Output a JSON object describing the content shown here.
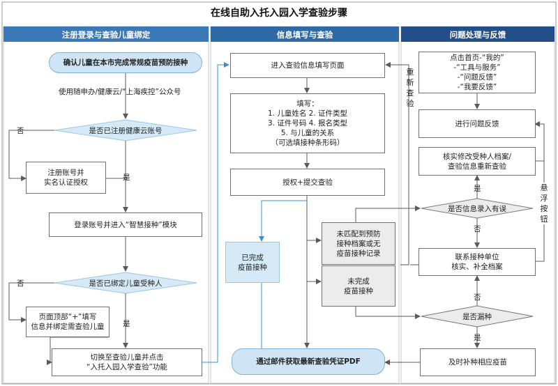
{
  "title": "在线自助入托入园入学查验步骤",
  "columns": [
    "注册登录与查验儿童绑定",
    "信息填写与查验",
    "问题处理与反馈"
  ],
  "col1": {
    "confirm": "确认儿童在本市完成常规疫苗预防接种",
    "wechat_note": "使用随申办/健康云/“上海疾控”公众号",
    "q_registered": "是否已注册健康云账号",
    "register": "注册账号并\n实名认证授权",
    "login": "登录账号并进入“智慧接种”模块",
    "q_bound": "是否已绑定儿童受种人",
    "bind": "页面顶部“+”填写\n信息并绑定需查验儿童",
    "switch": "切换至查验儿童并点击\n“入托入园入学查验”功能"
  },
  "col2": {
    "enter_page": "进入查验信息填写页面",
    "fill": "填写：\n1. 儿童姓名  2. 证件类型\n3. 证件号码  4. 报名类型\n5. 与儿童的关系\n（可选填接种条形码）",
    "submit": "授权+提交查验",
    "done": "已完成\n疫苗接种",
    "unmatched": "未匹配到预防\n接种档案或无\n疫苗接种记录",
    "not_done": "未完成\n疫苗接种",
    "get_pdf": "通过邮件获取最新查验凭证PDF"
  },
  "col3": {
    "click_home": "点击首页-“我的”\n-“工具与服务”\n-“问题反馈”\n-“我要反馈”",
    "feedback": "进行问题反馈",
    "verify": "核实修改受种人档案/\n查验信息重新查验",
    "q_error": "是否信息录入有误",
    "contact": "联系接种单位\n核实、补全档案",
    "q_missed": "是否漏种",
    "catch_up": "及时补种相应疫苗"
  },
  "labels": {
    "no": "否",
    "yes": "是",
    "recheck": "重新查验",
    "float_btn": "悬浮按钮"
  }
}
